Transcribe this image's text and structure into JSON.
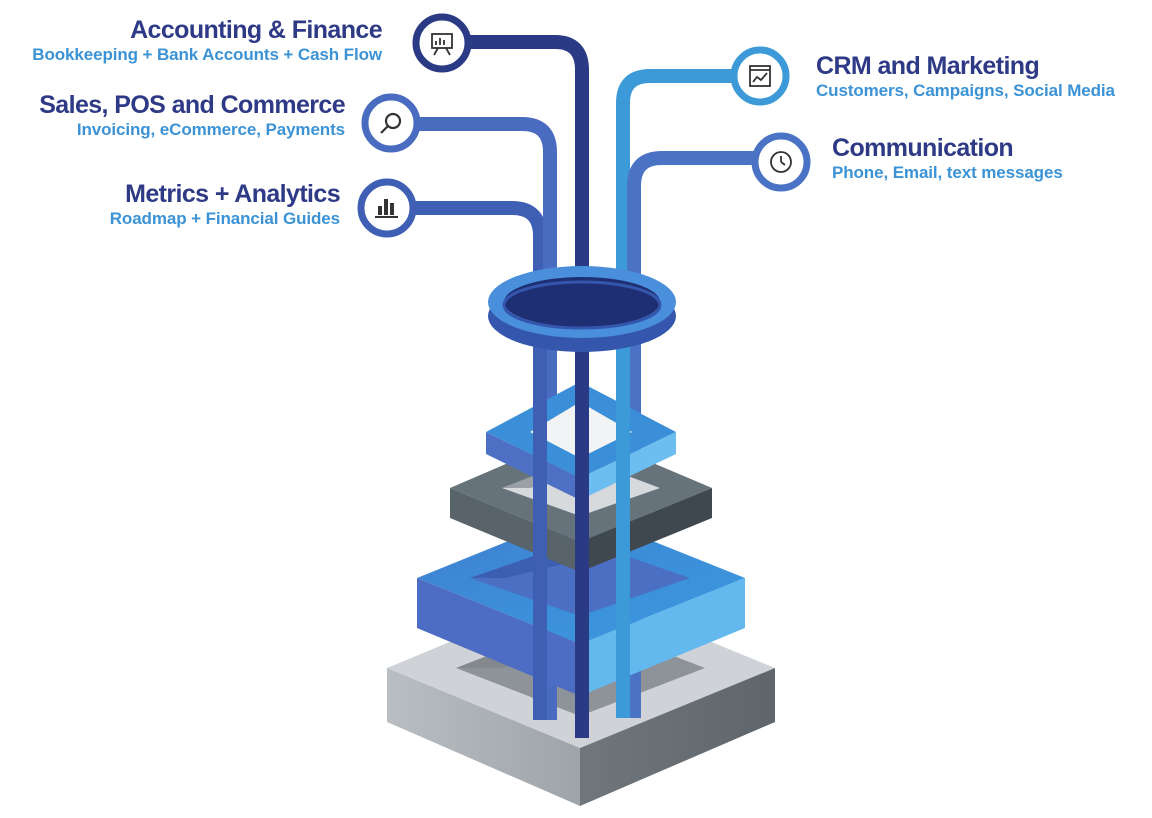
{
  "colors": {
    "title": "#2e3a86",
    "subtitle": "#3b93d6",
    "navy": "#2e3c8a",
    "royal": "#3f64b6",
    "sky": "#3d9ad9",
    "light_sky": "#63b8ee",
    "dark_gray": "#58636a",
    "mid_gray": "#9aa0a5",
    "light_gray": "#c9cdd1"
  },
  "nodes": [
    {
      "id": "accounting",
      "title": "Accounting & Finance",
      "subtitle": "Bookkeeping + Bank Accounts + Cash Flow",
      "icon": "presentation-chart-icon"
    },
    {
      "id": "sales",
      "title": "Sales, POS and Commerce",
      "subtitle": "Invoicing, eCommerce, Payments",
      "icon": "search-icon"
    },
    {
      "id": "metrics",
      "title": "Metrics + Analytics",
      "subtitle": "Roadmap + Financial Guides",
      "icon": "bar-chart-icon"
    },
    {
      "id": "crm",
      "title": "CRM and Marketing",
      "subtitle": "Customers, Campaigns, Social Media",
      "icon": "growth-chart-icon"
    },
    {
      "id": "communication",
      "title": "Communication",
      "subtitle": "Phone, Email, text messages",
      "icon": "clock-icon"
    }
  ]
}
